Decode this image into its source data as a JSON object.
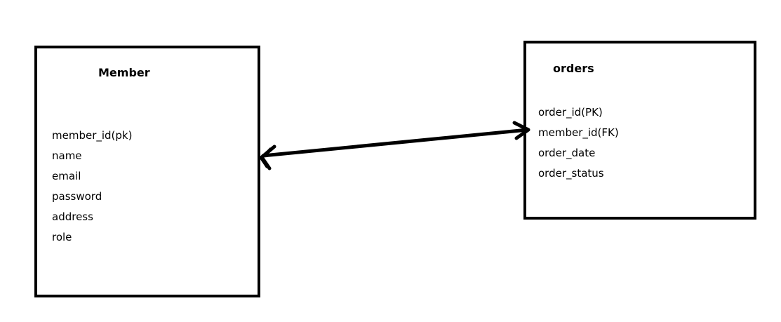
{
  "entities": [
    {
      "title": "Member",
      "attributes": [
        "member_id(pk)",
        "name",
        "email",
        "password",
        "address",
        "role"
      ]
    },
    {
      "title": "orders",
      "attributes": [
        "order_id(PK)",
        "member_id(FK)",
        "order_date",
        "order_status"
      ]
    }
  ],
  "relationship": {
    "from": "Member",
    "to": "orders",
    "arrowheads": "both",
    "color": "#000000"
  }
}
